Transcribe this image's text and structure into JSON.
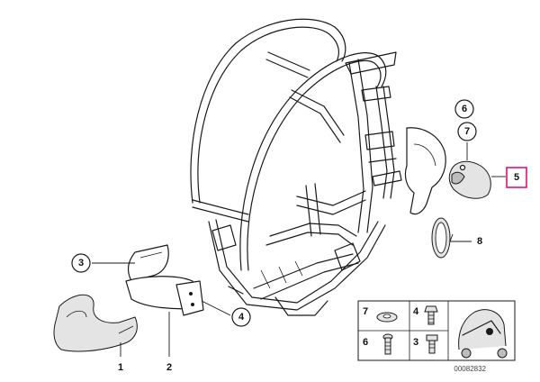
{
  "diagram": {
    "callouts": [
      "1",
      "2",
      "3",
      "4",
      "5",
      "6",
      "7",
      "8"
    ],
    "highlighted_callout": "5",
    "legend_items": [
      "7",
      "4",
      "6",
      "3"
    ],
    "drawing_code": "00082832",
    "highlight_color": "#e0107f"
  }
}
